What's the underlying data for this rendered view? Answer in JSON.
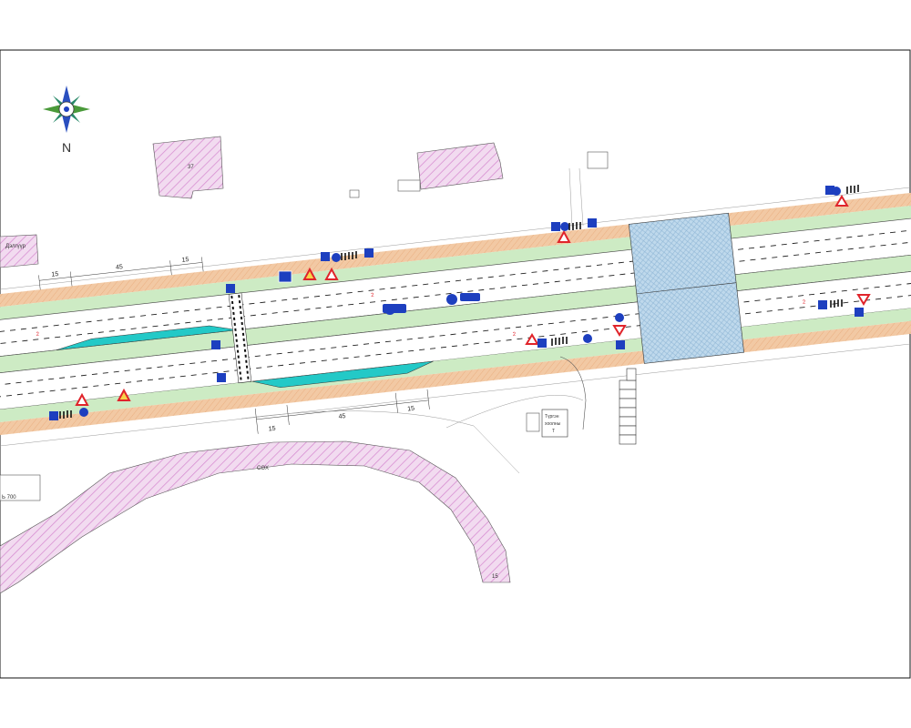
{
  "compass": {
    "label": "N"
  },
  "buildings": [
    {
      "label": "37"
    },
    {
      "label": "Дэлгүүр"
    },
    {
      "label": "СӨХ"
    },
    {
      "label": "15"
    },
    {
      "label": "Ь 700"
    }
  ],
  "kiosk": {
    "line1": "Түргэн",
    "line2": "хоолны",
    "line3": "Т"
  },
  "dimensions": {
    "north": [
      "15",
      "45",
      "15"
    ],
    "south": [
      "15",
      "45",
      "15"
    ]
  },
  "lane_marks": [
    "2",
    "2",
    "2",
    "2"
  ],
  "colors": {
    "frame": "#111111",
    "sidewalk": "#f2c9a4",
    "green_strip": "#cdebc4",
    "bus_bay": "#23c9c7",
    "crossing_zone": "#bfd9ec",
    "building_fill": "#f2dbf0",
    "building_hatch": "#d88fd2",
    "lane_dash": "#222222",
    "sign_blue": "#1d3fbf",
    "sign_red": "#e0242b"
  },
  "signs": [
    {
      "type": "yield",
      "icon": "yield-icon"
    },
    {
      "type": "pedestrian",
      "icon": "pedestrian-crossing-icon"
    },
    {
      "type": "no-entry",
      "icon": "no-entry-icon"
    },
    {
      "type": "bus-stop",
      "icon": "bus-stop-icon"
    }
  ]
}
